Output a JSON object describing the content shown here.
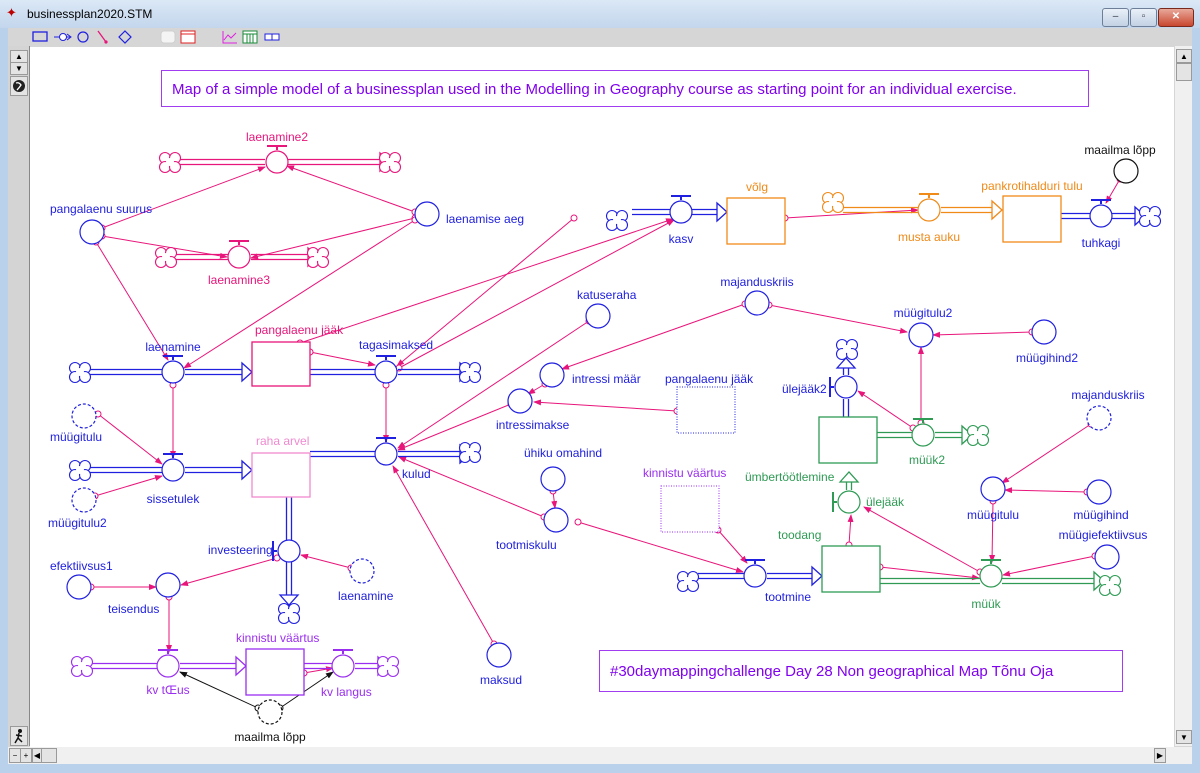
{
  "window": {
    "title": "businessplan2020.STM",
    "controls": {
      "minimize": "–",
      "maximize": "▫",
      "close": "✕"
    }
  },
  "toolbar": {
    "tools": [
      {
        "name": "stock-tool",
        "glyph": "▭"
      },
      {
        "name": "flow-tool",
        "glyph": "⇒○"
      },
      {
        "name": "converter-tool",
        "glyph": "○"
      },
      {
        "name": "connector-tool",
        "glyph": "↘"
      },
      {
        "name": "decision-tool",
        "glyph": "◇"
      },
      {
        "name": "sector-tool",
        "glyph": "▢"
      },
      {
        "name": "button-tool",
        "glyph": "▤"
      },
      {
        "name": "graph-tool",
        "glyph": "📈"
      },
      {
        "name": "table-tool",
        "glyph": "▥"
      },
      {
        "name": "numeric-display-tool",
        "glyph": "▭"
      }
    ]
  },
  "sidebar": {
    "up": "▲",
    "down": "▼",
    "globe": "🌐",
    "run": "🏃"
  },
  "scroll": {
    "up": "▲",
    "down": "▼",
    "left": "◀",
    "right": "▶",
    "zoom_out": "−",
    "zoom_in": "+"
  },
  "notes": {
    "header": "Map of a simple model of a businessplan  used in the Modelling in Geography course as starting point for an individual exercise.",
    "footer": "#30daymappingchallenge   Day 28  Non geographical Map    Tõnu Oja"
  },
  "colors": {
    "blue": "#2020e0",
    "pink": "#e8157a",
    "light_pink": "#f08ad0",
    "orange": "#f08a18",
    "green": "#2e9a54",
    "purple": "#9a2ef0",
    "black": "#111111"
  },
  "model": {
    "stocks": [
      {
        "id": "pangalaenu-jaak",
        "label": "pangalaenu jääk",
        "color": "pink"
      },
      {
        "id": "raha-arvel",
        "label": "raha arvel",
        "color": "light_pink"
      },
      {
        "id": "kinnistu-vaartus",
        "label": "kinnistu väärtus",
        "color": "purple"
      },
      {
        "id": "volg",
        "label": "võlg",
        "color": "orange"
      },
      {
        "id": "pankrotihalduri-tulu",
        "label": "pankrotihalduri tulu",
        "color": "orange"
      },
      {
        "id": "umbertootlemine",
        "label": "ümbertöötlemine",
        "color": "green"
      },
      {
        "id": "toodang",
        "label": "toodang",
        "color": "green"
      },
      {
        "id": "pangalaenu-jaak-ghost",
        "label": "pangalaenu jääk",
        "color": "blue",
        "ghost": true
      },
      {
        "id": "kinnistu-vaartus-ghost",
        "label": "kinnistu väärtus",
        "color": "purple",
        "ghost": true
      }
    ],
    "flows": [
      {
        "id": "laenamine2",
        "label": "laenamine2",
        "color": "pink"
      },
      {
        "id": "laenamine3",
        "label": "laenamine3",
        "color": "pink"
      },
      {
        "id": "laenamine",
        "label": "laenamine",
        "color": "blue"
      },
      {
        "id": "tagasimaksed",
        "label": "tagasimaksed",
        "color": "blue"
      },
      {
        "id": "sissetulek",
        "label": "sissetulek",
        "color": "blue"
      },
      {
        "id": "kulud",
        "label": "kulud",
        "color": "blue"
      },
      {
        "id": "investeering",
        "label": "investeering",
        "color": "blue"
      },
      {
        "id": "kv-tous",
        "label": "kv tŒus",
        "color": "purple"
      },
      {
        "id": "kv-langus",
        "label": "kv langus",
        "color": "purple"
      },
      {
        "id": "kasv",
        "label": "kasv",
        "color": "blue"
      },
      {
        "id": "musta-auku",
        "label": "musta auku",
        "color": "orange"
      },
      {
        "id": "tuhkagi",
        "label": "tuhkagi",
        "color": "blue"
      },
      {
        "id": "ulejaak2",
        "label": "ülejääk2",
        "color": "blue"
      },
      {
        "id": "ulejaak",
        "label": "ülejääk",
        "color": "green"
      },
      {
        "id": "muuk2",
        "label": "müük2",
        "color": "green"
      },
      {
        "id": "tootmine",
        "label": "tootmine",
        "color": "blue"
      },
      {
        "id": "muuk",
        "label": "müük",
        "color": "green"
      }
    ],
    "converters": [
      {
        "id": "pangalaenu-suurus",
        "label": "pangalaenu suurus"
      },
      {
        "id": "laenamise-aeg",
        "label": "laenamise aeg"
      },
      {
        "id": "muugitulu-ghost",
        "label": "müügitulu",
        "ghost": true
      },
      {
        "id": "muugitulu2-ghost",
        "label": "müügitulu2",
        "ghost": true
      },
      {
        "id": "efektiivsus1",
        "label": "efektiivsus1"
      },
      {
        "id": "teisendus",
        "label": "teisendus"
      },
      {
        "id": "laenamine-ghost",
        "label": "laenamine",
        "ghost": true
      },
      {
        "id": "maailma-lopp-ghost",
        "label": "maailma lõpp",
        "ghost": true
      },
      {
        "id": "maailma-lopp",
        "label": "maailma lõpp"
      },
      {
        "id": "katuseraha",
        "label": "katuseraha"
      },
      {
        "id": "intressi-maar",
        "label": "intressi määr"
      },
      {
        "id": "intressimakse",
        "label": "intressimakse"
      },
      {
        "id": "uhiku-omahind",
        "label": "ühiku omahind"
      },
      {
        "id": "tootmiskulu",
        "label": "tootmiskulu"
      },
      {
        "id": "maksud",
        "label": "maksud"
      },
      {
        "id": "majanduskriis",
        "label": "majanduskriis"
      },
      {
        "id": "muugitulu2",
        "label": "müügitulu2"
      },
      {
        "id": "muugihind2",
        "label": "müügihind2"
      },
      {
        "id": "majanduskriis-ghost",
        "label": "majanduskriis",
        "ghost": true
      },
      {
        "id": "muugitulu",
        "label": "müügitulu"
      },
      {
        "id": "muugihind",
        "label": "müügihind"
      },
      {
        "id": "muugiefektiivsus",
        "label": "müügiefektiivsus"
      }
    ]
  }
}
